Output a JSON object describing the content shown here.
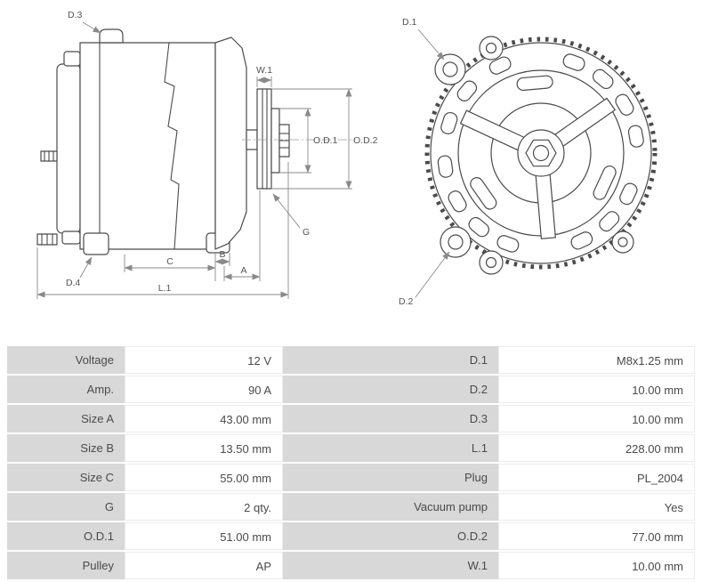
{
  "colors": {
    "table_label_bg": "#d8d8d8",
    "table_value_bg": "#ffffff",
    "table_text": "#4a4a4a",
    "drawing_line": "#4a4a4a",
    "dimension_line": "#8a8a8a"
  },
  "diagram": {
    "side": {
      "d3": "D.3",
      "d4": "D.4",
      "w1": "W.1",
      "od1": "O.D.1",
      "od2": "O.D.2",
      "g": "G",
      "a": "A",
      "b": "B",
      "c": "C",
      "l1": "L.1"
    },
    "front": {
      "d1": "D.1",
      "d2": "D.2"
    }
  },
  "table": {
    "rows": [
      {
        "label_left": "Voltage",
        "value_left": "12 V",
        "label_right": "D.1",
        "value_right": "M8x1.25 mm"
      },
      {
        "label_left": "Amp.",
        "value_left": "90 A",
        "label_right": "D.2",
        "value_right": "10.00 mm"
      },
      {
        "label_left": "Size A",
        "value_left": "43.00 mm",
        "label_right": "D.3",
        "value_right": "10.00 mm"
      },
      {
        "label_left": "Size B",
        "value_left": "13.50 mm",
        "label_right": "L.1",
        "value_right": "228.00 mm"
      },
      {
        "label_left": "Size C",
        "value_left": "55.00 mm",
        "label_right": "Plug",
        "value_right": "PL_2004"
      },
      {
        "label_left": "G",
        "value_left": "2 qty.",
        "label_right": "Vacuum pump",
        "value_right": "Yes"
      },
      {
        "label_left": "O.D.1",
        "value_left": "51.00 mm",
        "label_right": "O.D.2",
        "value_right": "77.00 mm"
      },
      {
        "label_left": "Pulley",
        "value_left": "AP",
        "label_right": "W.1",
        "value_right": "10.00 mm"
      }
    ]
  }
}
